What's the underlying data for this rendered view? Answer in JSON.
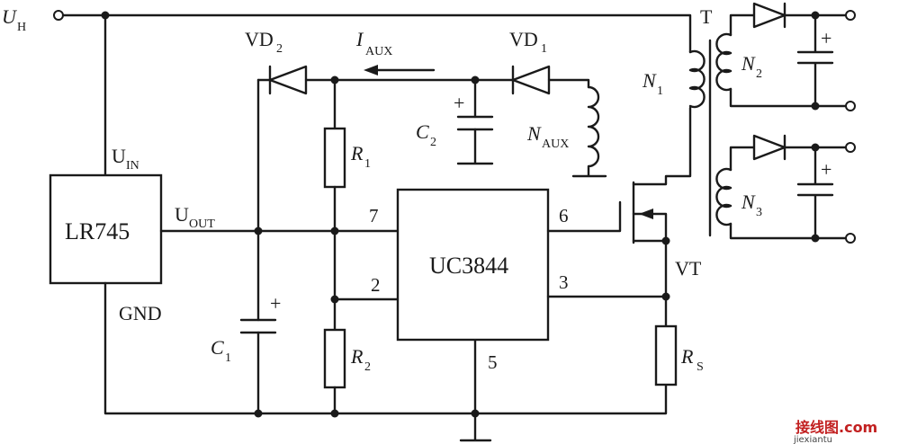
{
  "labels": {
    "uh_main": "U",
    "uh_sub": "H",
    "t": "T",
    "vd2_main": "VD",
    "vd2_sub": "2",
    "iaux_main": "I",
    "iaux_sub": "AUX",
    "vd1_main": "VD",
    "vd1_sub": "1",
    "n1_main": "N",
    "n1_sub": "1",
    "n2_main": "N",
    "n2_sub": "2",
    "n3_main": "N",
    "n3_sub": "3",
    "naux_main": "N",
    "naux_sub": "AUX",
    "c2_main": "C",
    "c2_sub": "2",
    "c1_main": "C",
    "c1_sub": "1",
    "r1_main": "R",
    "r1_sub": "1",
    "r2_main": "R",
    "r2_sub": "2",
    "rs_main": "R",
    "rs_sub": "S",
    "uin_main": "U",
    "uin_sub": "IN",
    "uout_main": "U",
    "uout_sub": "OUT",
    "gnd": "GND",
    "lr745": "LR745",
    "uc3844": "UC3844",
    "vt": "VT",
    "plus": "+",
    "pin7": "7",
    "pin2": "2",
    "pin6": "6",
    "pin3": "3",
    "pin5": "5"
  },
  "watermark": {
    "cn": "接线图",
    "com": ".com",
    "url": "jiexiantu"
  }
}
